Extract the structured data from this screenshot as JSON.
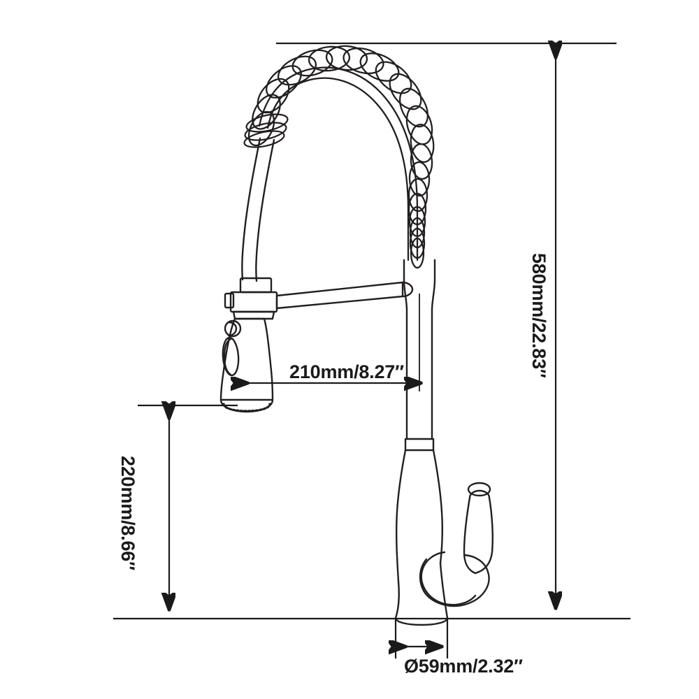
{
  "drawing": {
    "subject": "pull-down spring kitchen faucet",
    "view": "front elevation line drawing",
    "line_color": "#231f20",
    "text_color": "#1a1a1a",
    "background_color": "#ffffff"
  },
  "dimensions": {
    "overall_height": {
      "label": "580mm/22.83″",
      "mm": 580,
      "inches": 22.83,
      "orientation": "vertical",
      "position": "right",
      "rotation_deg": 90
    },
    "spout_height": {
      "label": "220mm/8.66″",
      "mm": 220,
      "inches": 8.66,
      "orientation": "vertical",
      "position": "left",
      "rotation_deg": 90
    },
    "spout_reach": {
      "label": "210mm/8.27″",
      "mm": 210,
      "inches": 8.27,
      "orientation": "horizontal",
      "position": "center",
      "rotation_deg": 0
    },
    "base_diameter": {
      "label": "Ø59mm/2.32″",
      "symbol": "Ø",
      "mm": 59,
      "inches": 2.32,
      "orientation": "horizontal",
      "position": "bottom",
      "rotation_deg": 0
    }
  },
  "parts": [
    {
      "name": "coil-spring",
      "description": "helical spring arcing over the top"
    },
    {
      "name": "flexible-hose",
      "description": "hose descending to the spray head"
    },
    {
      "name": "spray-head",
      "description": "conical pull-down sprayer"
    },
    {
      "name": "spray-button",
      "description": "round mode button on spray head"
    },
    {
      "name": "spray-lever",
      "description": "oval trigger lever on spray head"
    },
    {
      "name": "aerator-face",
      "description": "perforated outlet ring at spray head bottom"
    },
    {
      "name": "swivel-arm",
      "description": "horizontal arm joining spray head to column"
    },
    {
      "name": "column-body",
      "description": "tapered hourglass faucet body"
    },
    {
      "name": "lever-handle",
      "description": "side mounted mixer handle"
    },
    {
      "name": "base-flange",
      "description": "mounting base at deck line"
    }
  ]
}
